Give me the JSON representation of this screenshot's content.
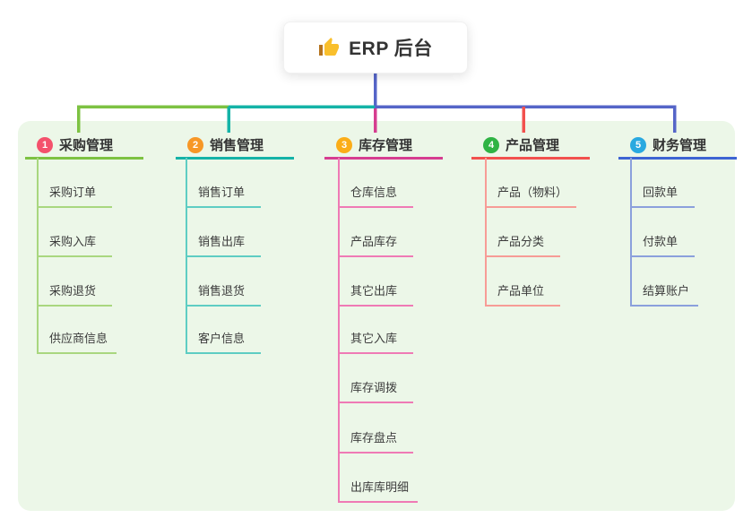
{
  "root": {
    "title": "ERP 后台",
    "icon": "thumbs-up-icon",
    "icon_color": "#F9BF2C",
    "icon_cuff_color": "#B5731E",
    "card_bg": "#ffffff",
    "line_color": "#5565C8"
  },
  "canvas": {
    "bg_color": "#ecf7e8"
  },
  "branches": [
    {
      "index": "1",
      "label": "采购管理",
      "badge_color": "#F4516C",
      "line_color": "#7DC242",
      "child_line_color": "#A9D77F",
      "children": [
        "采购订单",
        "采购入库",
        "采购退货",
        "供应商信息"
      ]
    },
    {
      "index": "2",
      "label": "销售管理",
      "badge_color": "#F79726",
      "line_color": "#14B3A7",
      "child_line_color": "#5ECDC3",
      "children": [
        "销售订单",
        "销售出库",
        "销售退货",
        "客户信息"
      ]
    },
    {
      "index": "3",
      "label": "库存管理",
      "badge_color": "#FBAD18",
      "line_color": "#D63D90",
      "child_line_color": "#EF7AB5",
      "children": [
        "仓库信息",
        "产品库存",
        "其它出库",
        "其它入库",
        "库存调拨",
        "库存盘点",
        "出库库明细"
      ]
    },
    {
      "index": "4",
      "label": "产品管理",
      "badge_color": "#2FB344",
      "line_color": "#F2514E",
      "child_line_color": "#F79C96",
      "children": [
        "产品（物料）",
        "产品分类",
        "产品单位"
      ]
    },
    {
      "index": "5",
      "label": "财务管理",
      "badge_color": "#29A9E0",
      "line_color": "#3D64D3",
      "child_line_color": "#8BA0DC",
      "children": [
        "回款单",
        "付款单",
        "结算账户"
      ]
    }
  ]
}
